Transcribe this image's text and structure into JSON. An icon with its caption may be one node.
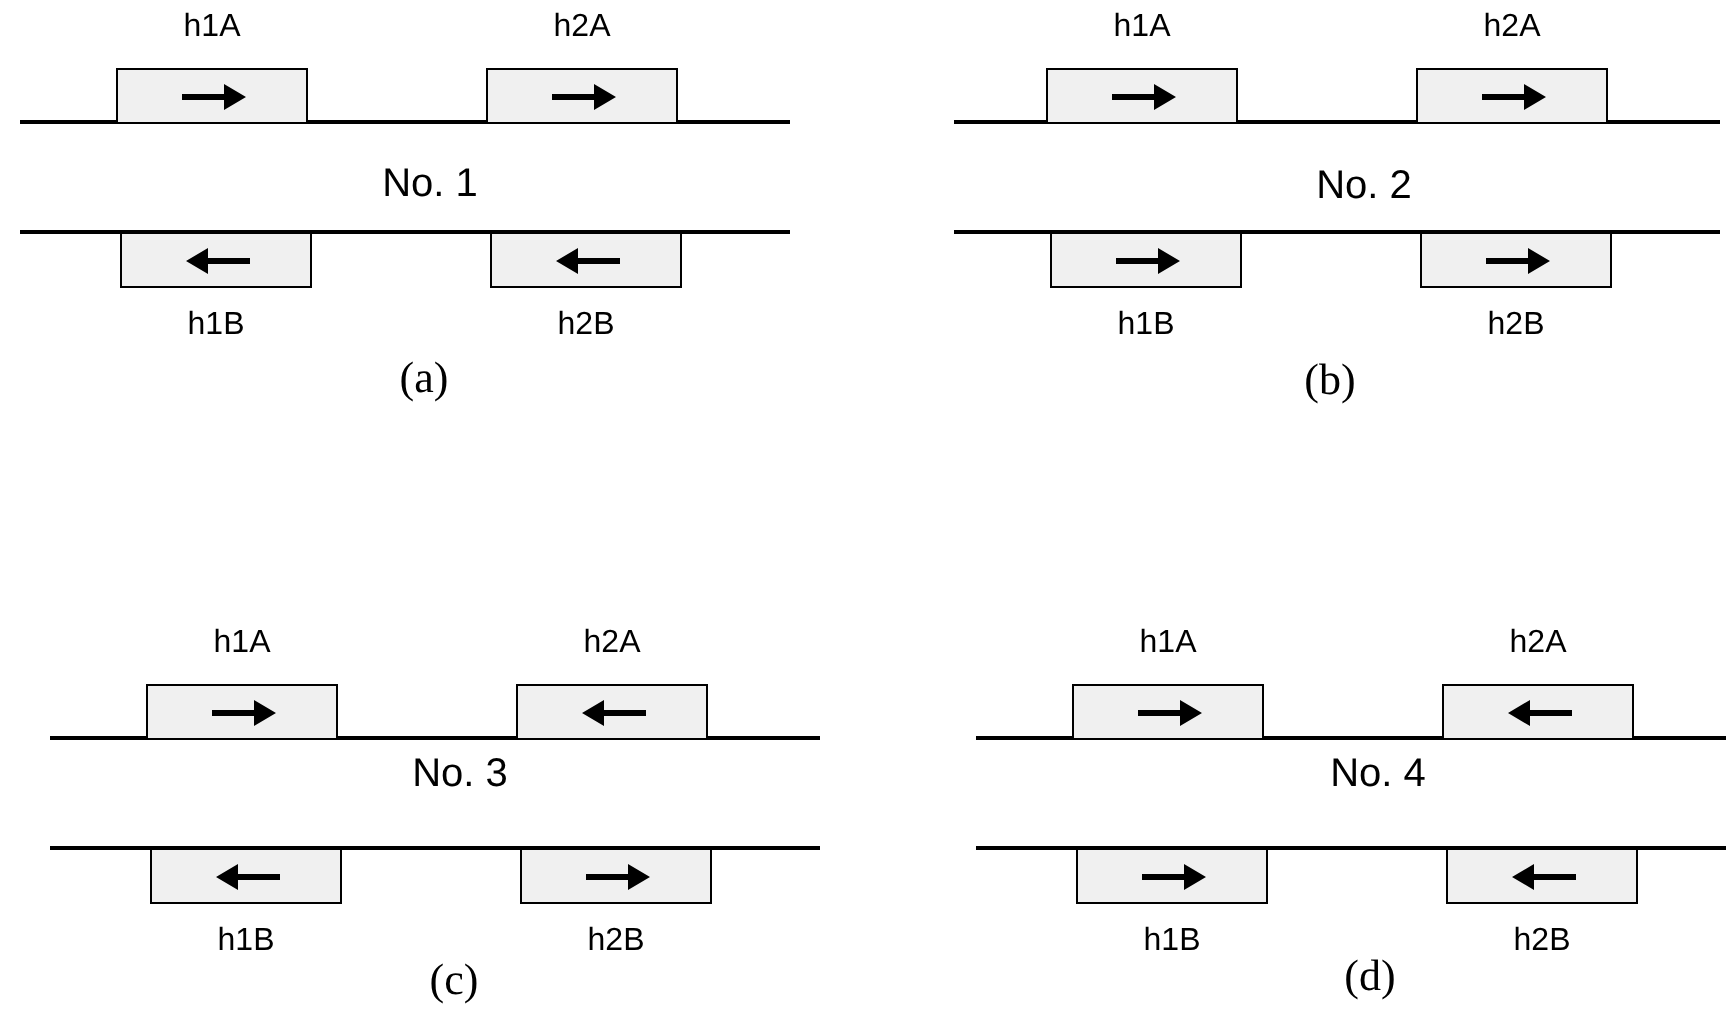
{
  "diagram": {
    "nodes": [
      {
        "text": [
          "h1A"
        ]
      },
      {
        "text": [
          "h2A"
        ]
      },
      {
        "text": [
          "h1B"
        ]
      },
      {
        "text": [
          "h2B"
        ]
      },
      {
        "text": [
          "h1A"
        ]
      },
      {
        "text": [
          "h2A"
        ]
      },
      {
        "text": [
          "h1B"
        ]
      },
      {
        "text": [
          "h2B"
        ]
      },
      {
        "text": [
          "h1A"
        ]
      },
      {
        "text": [
          "h2A"
        ]
      },
      {
        "text": [
          "h1B"
        ]
      },
      {
        "text": [
          "h2B"
        ]
      },
      {
        "text": [
          "h1A"
        ]
      },
      {
        "text": [
          "h2A"
        ]
      },
      {
        "text": [
          "h1B"
        ]
      },
      {
        "text": [
          "h2B"
        ]
      }
    ],
    "labels": [
      "No. 1",
      "(a)",
      "No. 2",
      "(b)",
      "No. 3",
      "(c)",
      "No. 4",
      "(d)"
    ]
  }
}
